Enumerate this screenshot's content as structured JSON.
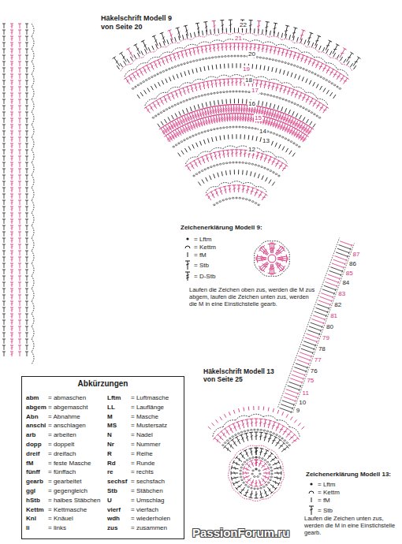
{
  "diagram": {
    "nodes": [
      {
        "text": [
          "Abkürzungen"
        ]
      }
    ],
    "labels": [
      "Häkelschrift Modell 9 von Seite 20",
      "22",
      "21",
      "20",
      "19",
      "18",
      "17",
      "16",
      "15",
      "14",
      "13",
      "12",
      "Zeichenerklärung Modell 9:",
      "Laufen die Zeichen oben zus, werden die M zus abgem, laufen die Zeichen unten zus, werden die M in eine Einstichstelle gearb.",
      "Häkelschrift Modell 13 von Seite 25",
      "87",
      "86",
      "85",
      "84",
      "83",
      "82",
      "81",
      "80",
      "79",
      "78",
      "77",
      "76",
      "75",
      "11",
      "10",
      "9",
      "Zeichenerklärung Modell 13:",
      "Laufen die Zeichen unten zus, werden die M in eine Einstichstelle gearb.",
      "abm",
      "= abmaschen",
      "Lftm",
      "= Luftmasche",
      "abgem",
      "= abgemascht",
      "LL",
      "= Lauflänge",
      "Abn",
      "= Abnahme",
      "M",
      "= Masche",
      "anschl",
      "= anschlagen",
      "MS",
      "= Mustersatz",
      "arb",
      "= arbeiten",
      "N",
      "= Nadel",
      "dopp",
      "= doppelt",
      "Nr",
      "= Nummer",
      "dreif",
      "= dreifach",
      "R",
      "= Reihe",
      "fM",
      "= feste Masche",
      "Rd",
      "= Runde",
      "fünff",
      "= fünffach",
      "re",
      "= rechts",
      "gearb",
      "= gearbeitet",
      "sechsf",
      "= sechsfach",
      "ggl",
      "= gegengleich",
      "Stb",
      "= Stäbchen",
      "hStb",
      "= halbes Stäbchen",
      "U",
      "= Umschlag",
      "Kettm",
      "= Kettmasche",
      "vierf",
      "= vierfach",
      "Knl",
      "= Knäuel",
      "wdh",
      "= wiederholen",
      "li",
      "= links",
      "zus",
      "= zusammen",
      "PassionForum.ru"
    ],
    "legend": [
      {
        "text": "= Lftm"
      },
      {
        "text": "= Kettm"
      },
      {
        "text": "= fM"
      },
      {
        "text": "= Stb"
      },
      {
        "text": "= D-Stb"
      },
      {
        "text": "= Lftm"
      },
      {
        "text": "= Kettm"
      },
      {
        "text": "= fM"
      },
      {
        "text": "= Stb"
      }
    ]
  }
}
